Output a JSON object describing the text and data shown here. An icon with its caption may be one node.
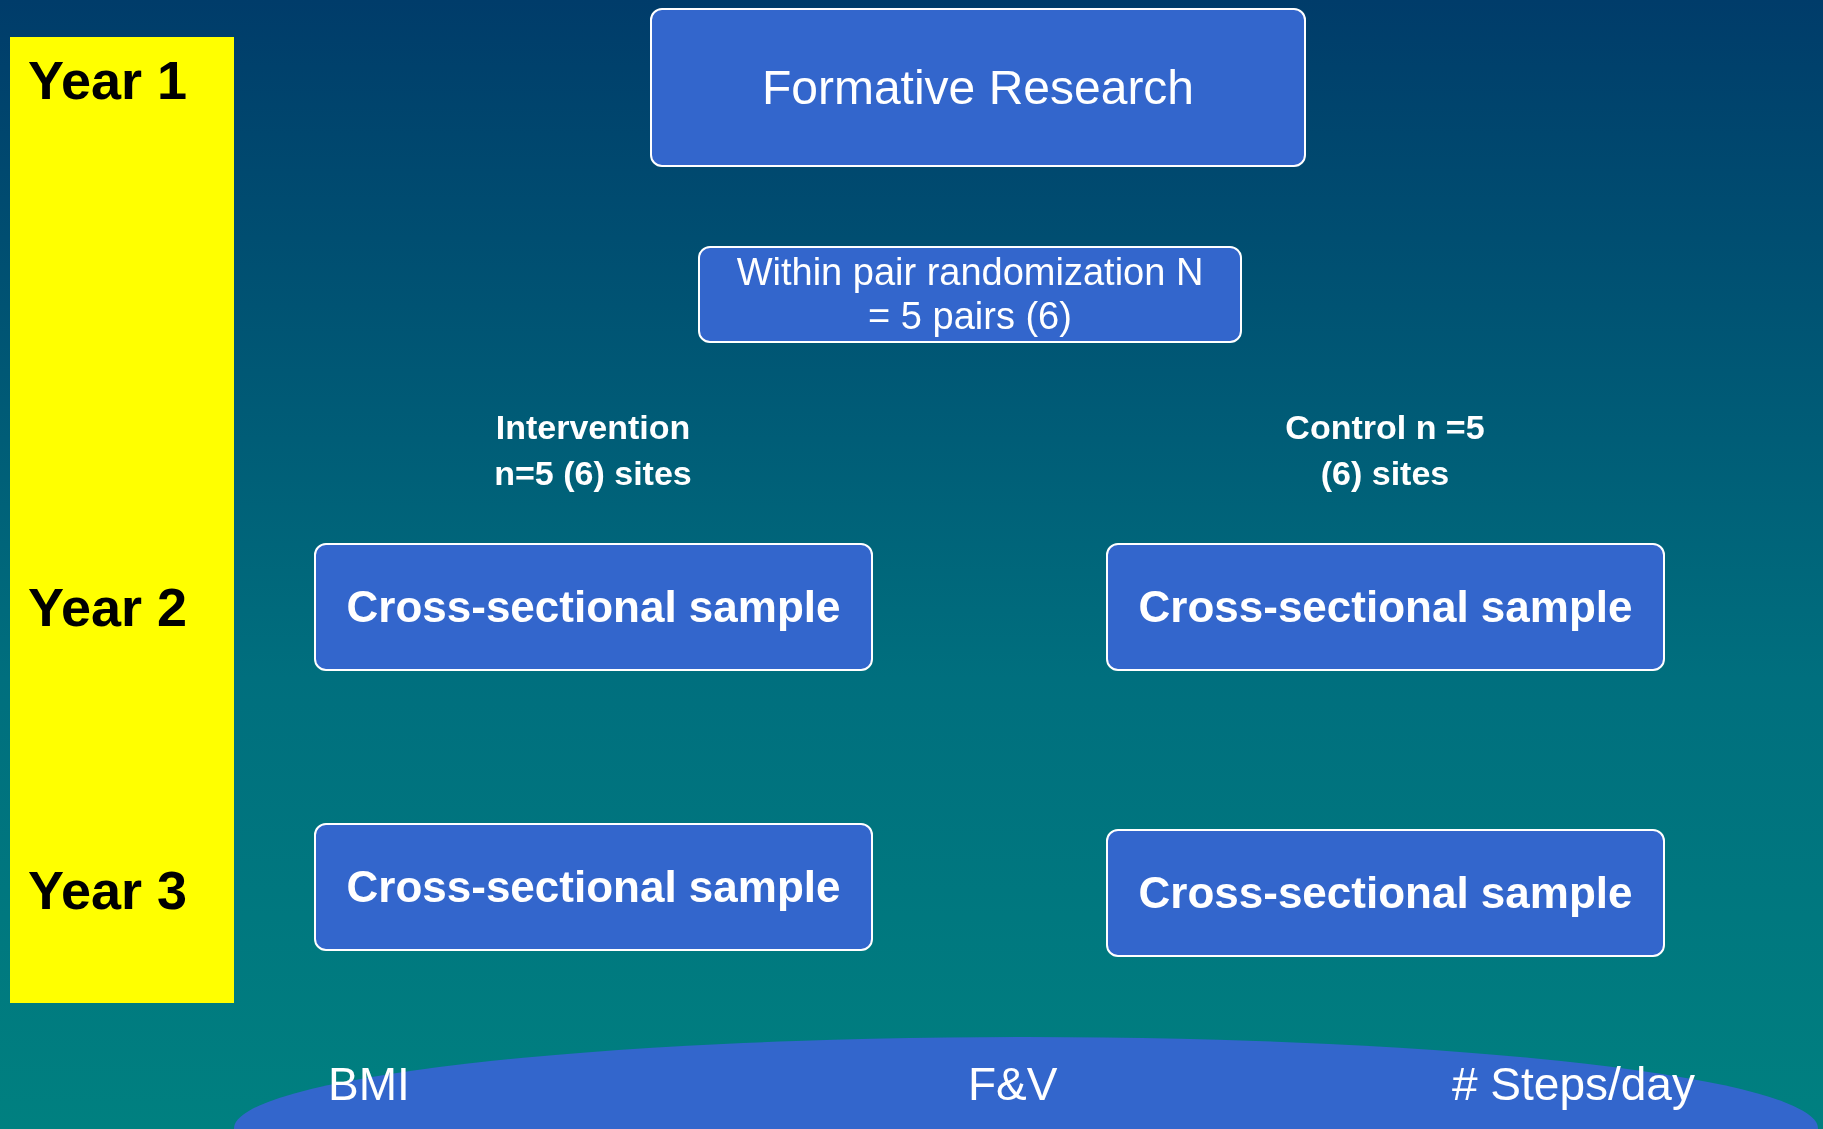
{
  "diagram": {
    "nodes": [
      {
        "text": [
          "Year 1",
          "Year 2",
          "Year 3"
        ]
      },
      {
        "text": [
          "Formative Research"
        ]
      },
      {
        "text": [
          "Within pair randomization N = 5 pairs (6)"
        ]
      },
      {
        "text": [
          "Cross-sectional sample"
        ]
      },
      {
        "text": [
          "Cross-sectional sample"
        ]
      },
      {
        "text": [
          "Cross-sectional sample"
        ]
      },
      {
        "text": [
          "Cross-sectional sample"
        ]
      },
      {
        "text": [
          "BMI",
          "F&V",
          "# Steps/day"
        ]
      }
    ],
    "labels": [
      "Intervention n=5 (6) sites",
      "Control n =5 (6) sites"
    ]
  }
}
